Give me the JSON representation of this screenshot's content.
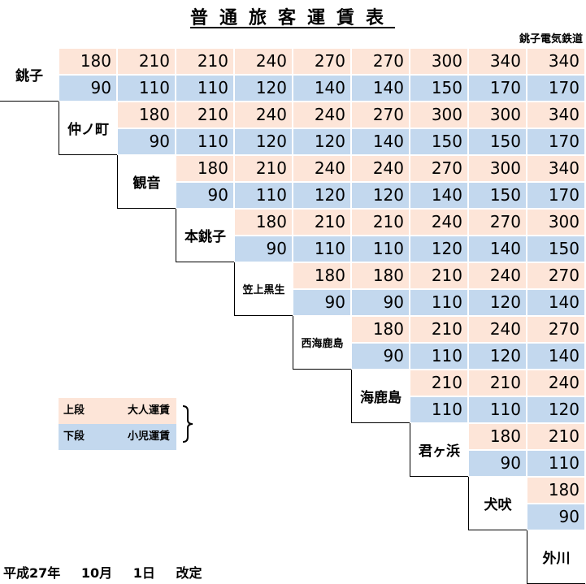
{
  "title": "普通旅客運賃表",
  "company": "銚子電気鉄道",
  "stations": [
    "銚子",
    "仲ノ町",
    "観音",
    "本銚子",
    "笠上黒生",
    "西海鹿島",
    "海鹿島",
    "君ヶ浜",
    "犬吠",
    "外川"
  ],
  "fares": [
    [
      [
        180,
        90
      ],
      [
        210,
        110
      ],
      [
        210,
        110
      ],
      [
        240,
        120
      ],
      [
        270,
        140
      ],
      [
        270,
        140
      ],
      [
        300,
        150
      ],
      [
        340,
        170
      ],
      [
        340,
        170
      ]
    ],
    [
      [
        180,
        90
      ],
      [
        210,
        110
      ],
      [
        240,
        120
      ],
      [
        240,
        120
      ],
      [
        270,
        140
      ],
      [
        300,
        150
      ],
      [
        300,
        150
      ],
      [
        340,
        170
      ]
    ],
    [
      [
        180,
        90
      ],
      [
        210,
        110
      ],
      [
        240,
        120
      ],
      [
        240,
        120
      ],
      [
        270,
        140
      ],
      [
        300,
        150
      ],
      [
        340,
        170
      ]
    ],
    [
      [
        180,
        90
      ],
      [
        210,
        110
      ],
      [
        210,
        110
      ],
      [
        240,
        120
      ],
      [
        270,
        140
      ],
      [
        300,
        150
      ]
    ],
    [
      [
        180,
        90
      ],
      [
        180,
        90
      ],
      [
        210,
        110
      ],
      [
        240,
        120
      ],
      [
        270,
        140
      ]
    ],
    [
      [
        180,
        90
      ],
      [
        210,
        110
      ],
      [
        240,
        120
      ],
      [
        270,
        140
      ]
    ],
    [
      [
        210,
        110
      ],
      [
        210,
        110
      ],
      [
        240,
        120
      ]
    ],
    [
      [
        180,
        90
      ],
      [
        210,
        110
      ]
    ],
    [
      [
        180,
        90
      ]
    ]
  ],
  "legend": {
    "upper_key": "上段",
    "upper_value": "大人運賃",
    "lower_key": "下段",
    "lower_value": "小児運賃",
    "adult_color": "#fde5d8",
    "child_color": "#c3d8ee"
  },
  "footer": {
    "era": "平成27年",
    "month": "10月",
    "day": "1日",
    "note": "改定"
  }
}
